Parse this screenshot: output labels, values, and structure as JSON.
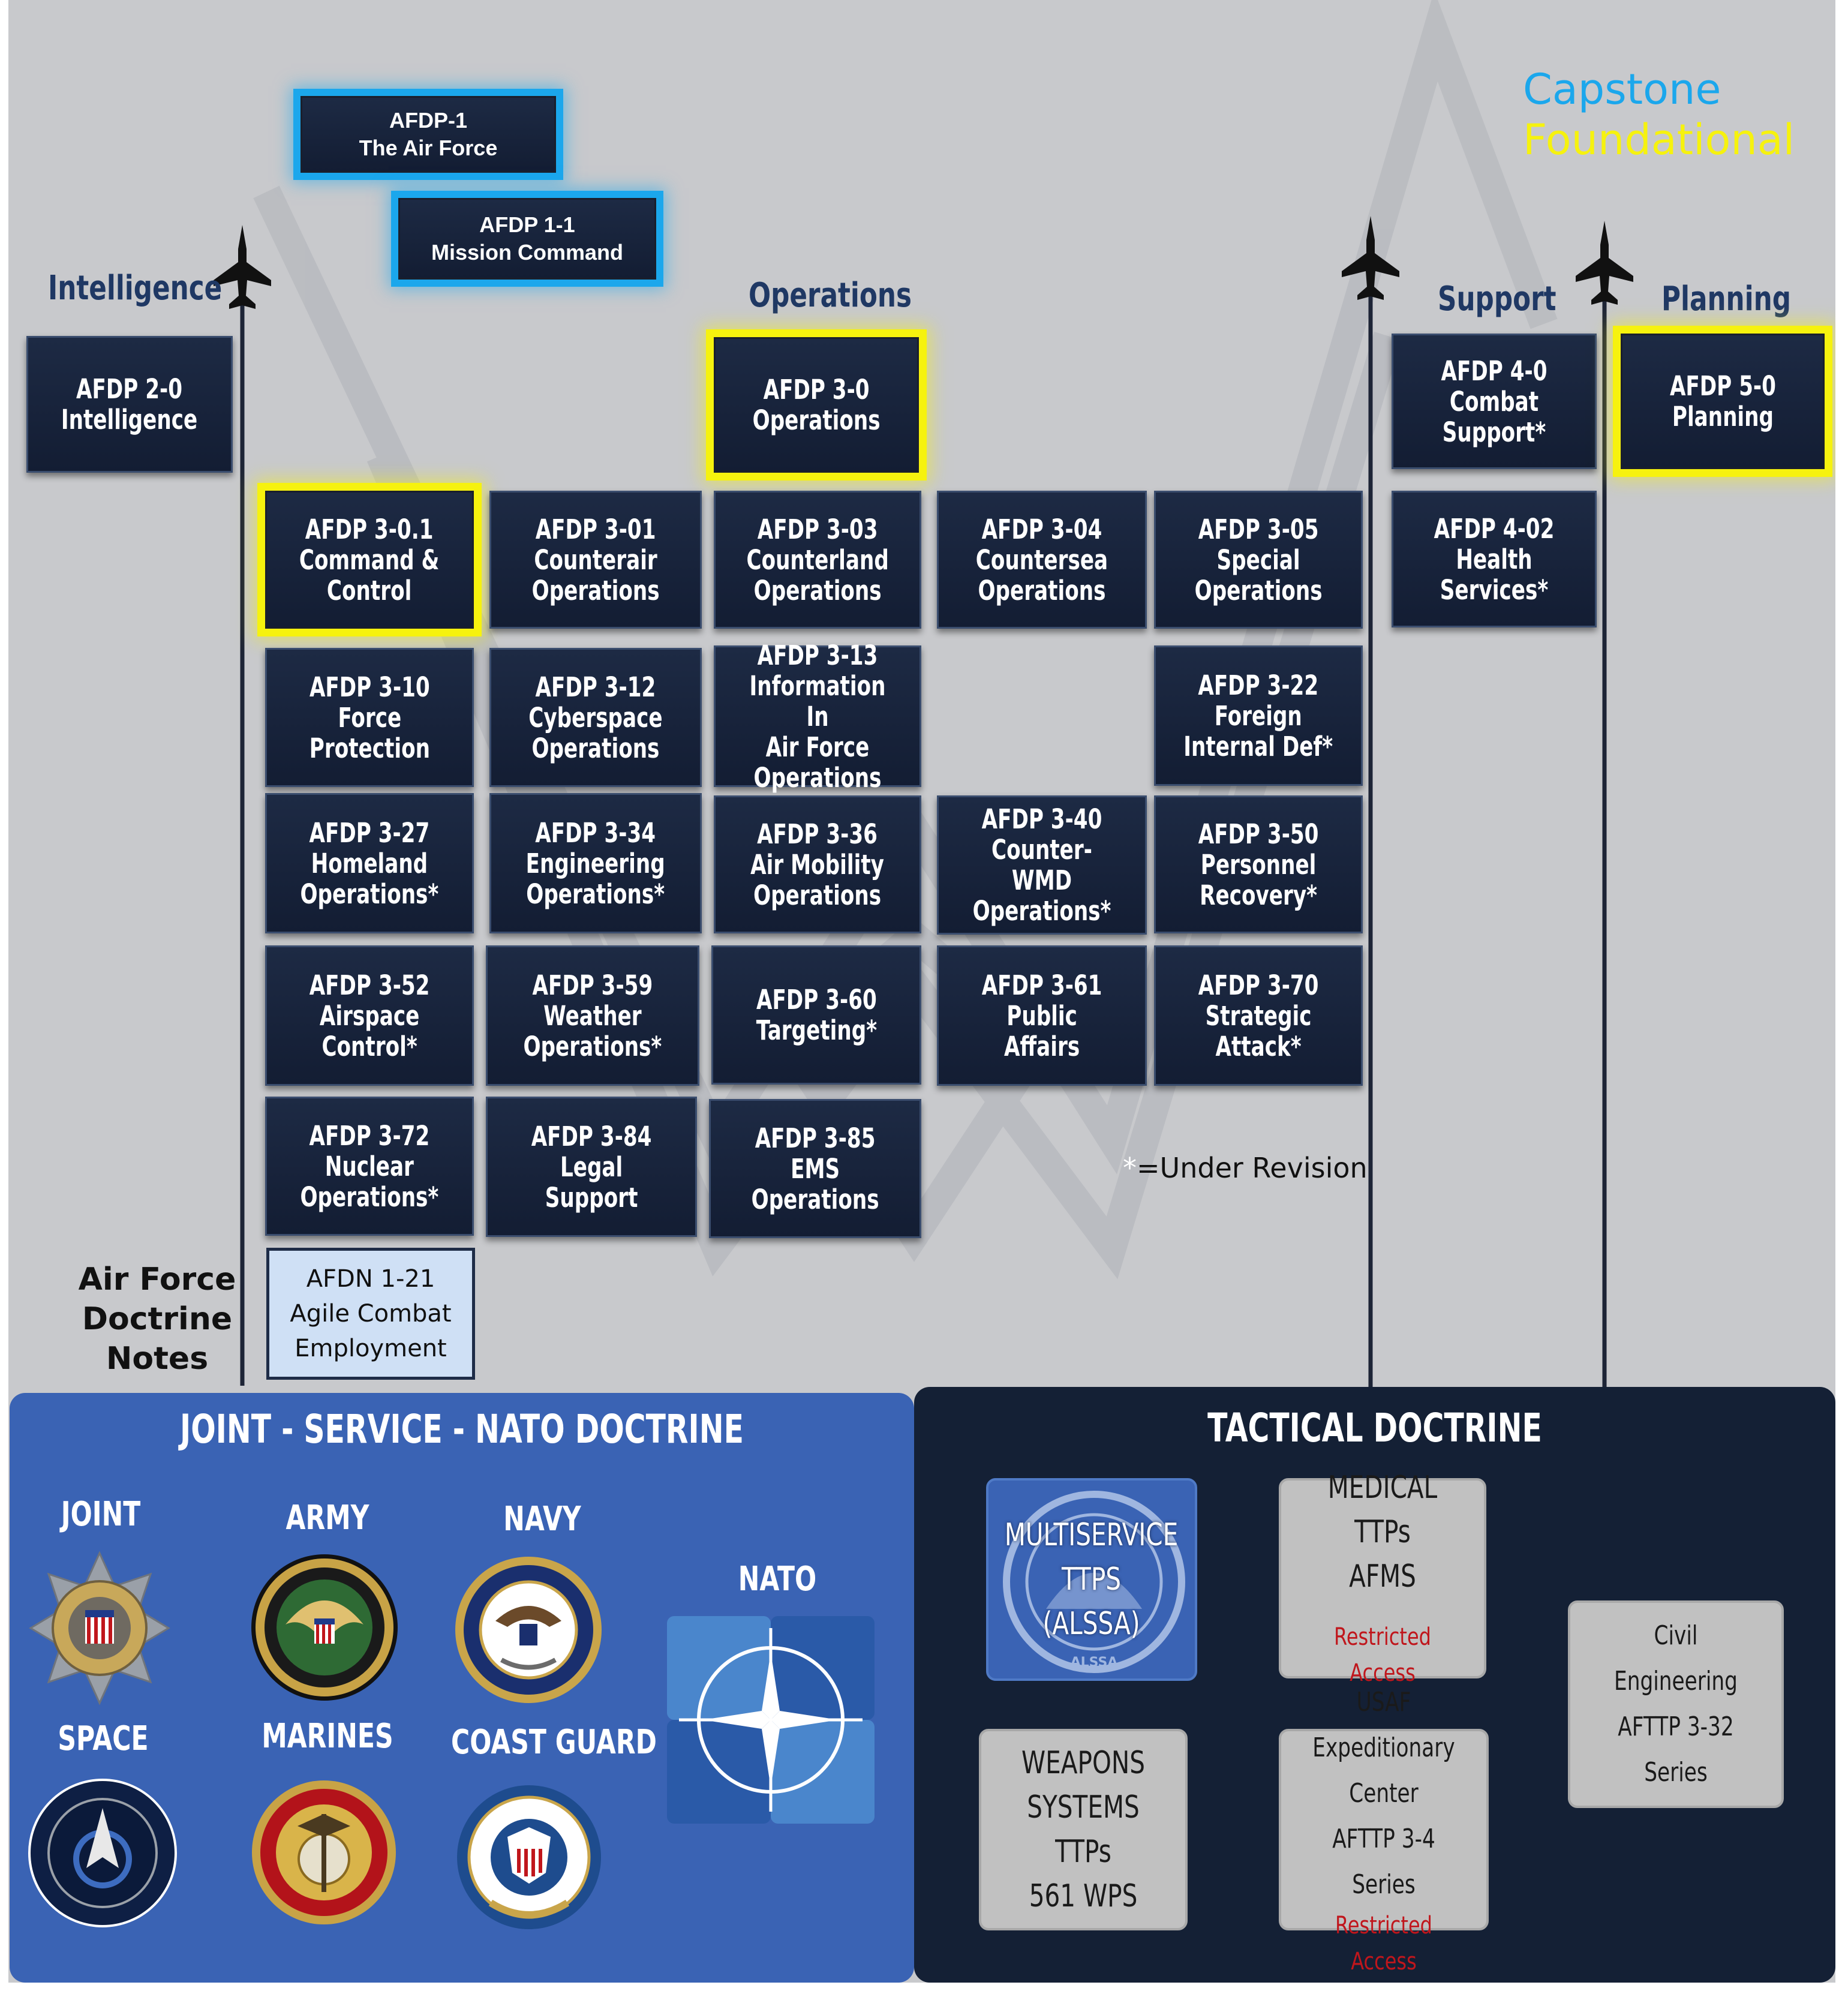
{
  "legend": {
    "capstone": "Capstone",
    "foundational": "Foundational",
    "capstone_color": "#1ba7ec",
    "foundational_color": "#f6f20e"
  },
  "columns": {
    "intelligence": "Intelligence",
    "operations": "Operations",
    "support": "Support",
    "planning": "Planning"
  },
  "capstone_docs": [
    {
      "label": "AFDP-1\nThe Air Force"
    },
    {
      "label": "AFDP 1-1\nMission Command"
    }
  ],
  "docs": [
    {
      "id": "2-0",
      "label": "AFDP 2-0\nIntelligence"
    },
    {
      "id": "3-0",
      "label": "AFDP 3-0\nOperations"
    },
    {
      "id": "4-0",
      "label": "AFDP 4-0\nCombat Support*"
    },
    {
      "id": "5-0",
      "label": "AFDP 5-0\nPlanning"
    },
    {
      "id": "3-0.1",
      "label": "AFDP 3-0.1\nCommand &\nControl"
    },
    {
      "id": "3-01",
      "label": "AFDP 3-01\nCounterair\nOperations"
    },
    {
      "id": "3-03",
      "label": "AFDP 3-03\nCounterland\nOperations"
    },
    {
      "id": "3-04",
      "label": "AFDP 3-04\nCountersea\nOperations"
    },
    {
      "id": "3-05",
      "label": "AFDP 3-05\nSpecial\nOperations"
    },
    {
      "id": "4-02",
      "label": "AFDP 4-02\nHealth Services*"
    },
    {
      "id": "3-10",
      "label": "AFDP 3-10\nForce\nProtection"
    },
    {
      "id": "3-12",
      "label": "AFDP 3-12\nCyberspace\nOperations"
    },
    {
      "id": "3-13",
      "label": "AFDP 3-13\nInformation In\nAir Force\nOperations"
    },
    {
      "id": "3-22",
      "label": "AFDP 3-22\nForeign\nInternal Def*"
    },
    {
      "id": "3-27",
      "label": "AFDP 3-27\nHomeland\nOperations*"
    },
    {
      "id": "3-34",
      "label": "AFDP 3-34\nEngineering\nOperations*"
    },
    {
      "id": "3-36",
      "label": "AFDP 3-36\nAir Mobility\nOperations"
    },
    {
      "id": "3-40",
      "label": "AFDP 3-40\nCounter-WMD\nOperations*"
    },
    {
      "id": "3-50",
      "label": "AFDP 3-50\nPersonnel\nRecovery*"
    },
    {
      "id": "3-52",
      "label": "AFDP 3-52\nAirspace\nControl*"
    },
    {
      "id": "3-59",
      "label": "AFDP 3-59\nWeather\nOperations*"
    },
    {
      "id": "3-60",
      "label": "AFDP 3-60\nTargeting*"
    },
    {
      "id": "3-61",
      "label": "AFDP 3-61\nPublic\nAffairs"
    },
    {
      "id": "3-70",
      "label": "AFDP 3-70\nStrategic\nAttack*"
    },
    {
      "id": "3-72",
      "label": "AFDP 3-72\nNuclear\nOperations*"
    },
    {
      "id": "3-84",
      "label": "AFDP 3-84\nLegal\nSupport"
    },
    {
      "id": "3-85",
      "label": "AFDP 3-85\nEMS\nOperations"
    }
  ],
  "revision_note": {
    "star": "*",
    "text": "=Under Revision"
  },
  "doctrine_notes": {
    "heading": "Air Force\nDoctrine\nNotes",
    "box": "AFDN 1-21\nAgile Combat\nEmployment"
  },
  "joint_panel": {
    "title": "JOINT - SERVICE - NATO DOCTRINE",
    "color": "#3a63b4",
    "services": [
      {
        "name": "JOINT",
        "icon": "joint-chiefs-seal-icon"
      },
      {
        "name": "ARMY",
        "icon": "army-seal-icon"
      },
      {
        "name": "NAVY",
        "icon": "navy-seal-icon"
      },
      {
        "name": "SPACE",
        "icon": "space-force-seal-icon"
      },
      {
        "name": "MARINES",
        "icon": "marine-corps-seal-icon"
      },
      {
        "name": "COAST GUARD",
        "icon": "coast-guard-seal-icon"
      },
      {
        "name": "NATO",
        "icon": "nato-compass-icon"
      }
    ]
  },
  "tactical_panel": {
    "title": "TACTICAL DOCTRINE",
    "color": "#142035",
    "multiservice": {
      "label": "MULTISERVICE\nTTPS\n(ALSSA)",
      "seal_caption": "ALSSA"
    },
    "medical": {
      "label": "MEDICAL TTPs\nAFMS",
      "restricted": "Restricted Access"
    },
    "weapons": {
      "label": "WEAPONS\nSYSTEMS TTPs\n561 WPS"
    },
    "expeditionary": {
      "label": "USAF Expeditionary\nCenter\nAFTTP 3-4 Series",
      "restricted": "Restricted Access"
    },
    "civil": {
      "label": "Civil Engineering\nAFTTP 3-32 Series"
    }
  }
}
